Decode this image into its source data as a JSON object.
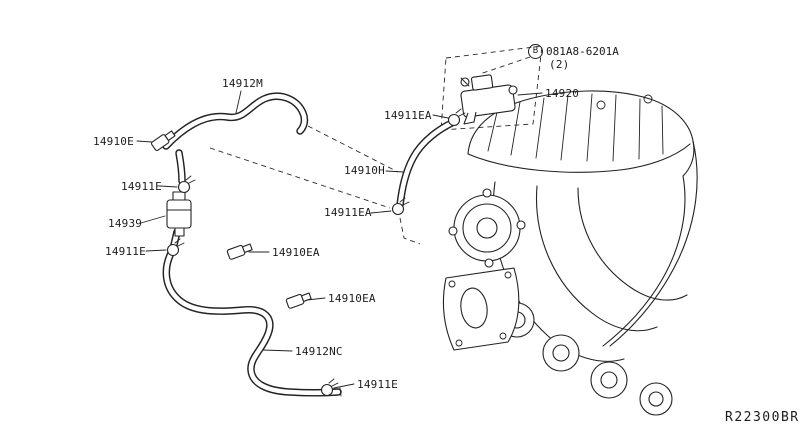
{
  "diagram": {
    "ref_code": "R22300BR",
    "colors": {
      "line": "#232323",
      "background": "#ffffff",
      "label_text": "#1c1c1c"
    },
    "labels": {
      "bolt": {
        "prefix": "B",
        "text": "081A8-6201A",
        "qty": "(2)"
      },
      "l14912M": "14912M",
      "l14920": "14920",
      "l14911EA_top": "14911EA",
      "l14910E": "14910E",
      "l14910H": "14910H",
      "l14911E_a": "14911E",
      "l14911EA_mid": "14911EA",
      "l14939": "14939",
      "l14911E_b": "14911E",
      "l14910EA_a": "14910EA",
      "l14910EA_b": "14910EA",
      "l14912NC": "14912NC",
      "l14911E_c": "14911E"
    }
  }
}
